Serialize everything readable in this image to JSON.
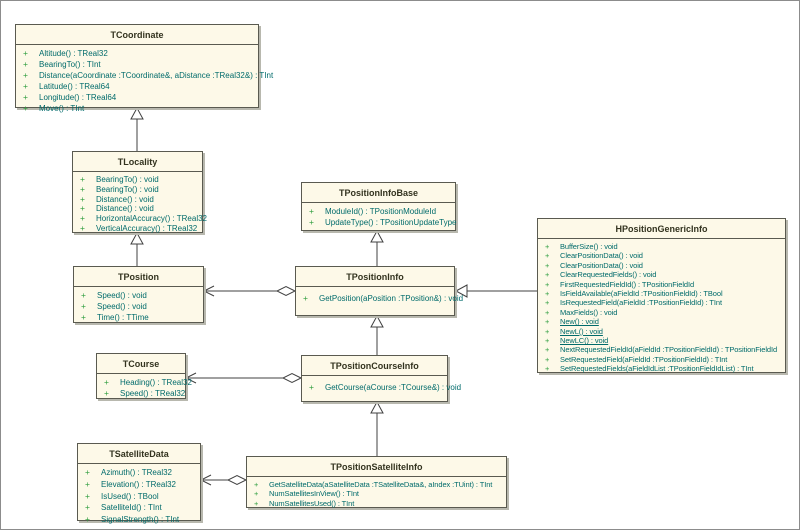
{
  "diagram": {
    "kind": "uml-class-diagram",
    "colors": {
      "box_fill": "#FDF9E8",
      "box_border": "#5A5A50",
      "shadow": "#B8B8AE",
      "title_text": "#33331F",
      "method_text": "#006B6B",
      "visibility_plus": "#2F9E3F",
      "connector": "#404040",
      "canvas_border": "#8C8C8C"
    },
    "classes": [
      {
        "name": "TCoordinate",
        "methods": [
          {
            "text": "Altitude() : TReal32"
          },
          {
            "text": "BearingTo() : TInt"
          },
          {
            "text": "Distance(aCoordinate :TCoordinate&, aDistance :TReal32&) : TInt"
          },
          {
            "text": "Latitude() : TReal64"
          },
          {
            "text": "Longitude() : TReal64"
          },
          {
            "text": "Move() : TInt"
          }
        ]
      },
      {
        "name": "TLocality",
        "methods": [
          {
            "text": "BearingTo() : void"
          },
          {
            "text": "BearingTo() : void"
          },
          {
            "text": "Distance() : void"
          },
          {
            "text": "Distance() : void"
          },
          {
            "text": "HorizontalAccuracy() : TReal32"
          },
          {
            "text": "VerticalAccuracy() : TReal32"
          }
        ]
      },
      {
        "name": "TPosition",
        "methods": [
          {
            "text": "Speed() : void"
          },
          {
            "text": "Speed() : void"
          },
          {
            "text": "Time() : TTime"
          }
        ]
      },
      {
        "name": "TPositionInfoBase",
        "methods": [
          {
            "text": "ModuleId() : TPositionModuleId"
          },
          {
            "text": "UpdateType() : TPositionUpdateType"
          }
        ]
      },
      {
        "name": "TPositionInfo",
        "methods": [
          {
            "text": "GetPosition(aPosition :TPosition&) : void"
          }
        ]
      },
      {
        "name": "TCourse",
        "methods": [
          {
            "text": "Heading() : TReal32"
          },
          {
            "text": "Speed() : TReal32"
          }
        ]
      },
      {
        "name": "TPositionCourseInfo",
        "methods": [
          {
            "text": "GetCourse(aCourse :TCourse&) : void"
          }
        ]
      },
      {
        "name": "TSatelliteData",
        "methods": [
          {
            "text": "Azimuth() : TReal32"
          },
          {
            "text": "Elevation() : TReal32"
          },
          {
            "text": "IsUsed() : TBool"
          },
          {
            "text": "SatelliteId() : TInt"
          },
          {
            "text": "SignalStrength() : TInt"
          }
        ]
      },
      {
        "name": "TPositionSatelliteInfo",
        "methods": [
          {
            "text": "GetSatelliteData(aSatelliteData :TSatelliteData&, aIndex :TUint) : TInt"
          },
          {
            "text": "NumSatellitesInView() : TInt"
          },
          {
            "text": "NumSatellitesUsed() : TInt"
          }
        ]
      },
      {
        "name": "HPositionGenericInfo",
        "methods": [
          {
            "text": "BufferSize() : void"
          },
          {
            "text": "ClearPositionData() : void"
          },
          {
            "text": "ClearPositionData() : void"
          },
          {
            "text": "ClearRequestedFields() : void"
          },
          {
            "text": "FirstRequestedFieldId() : TPositionFieldId"
          },
          {
            "text": "IsFieldAvailable(aFieldId :TPositionFieldId) : TBool"
          },
          {
            "text": "IsRequestedField(aFieldId :TPositionFieldId) : TInt"
          },
          {
            "text": "MaxFields() : void"
          },
          {
            "text": "New() : void",
            "underline": true
          },
          {
            "text": "NewL() : void",
            "underline": true
          },
          {
            "text": "NewLC() : void",
            "underline": true
          },
          {
            "text": "NextRequestedFieldId(aFieldId :TPositionFieldId) : TPositionFieldId"
          },
          {
            "text": "SetRequestedField(aFieldId :TPositionFieldId) : TInt"
          },
          {
            "text": "SetRequestedFields(aFieldIdList :TPositionFieldIdList) : TInt"
          }
        ]
      }
    ],
    "relationships": [
      {
        "from": "TLocality",
        "to": "TCoordinate",
        "type": "generalization"
      },
      {
        "from": "TPosition",
        "to": "TLocality",
        "type": "generalization"
      },
      {
        "from": "TPositionInfo",
        "to": "TPositionInfoBase",
        "type": "generalization"
      },
      {
        "from": "TPositionCourseInfo",
        "to": "TPositionInfo",
        "type": "generalization"
      },
      {
        "from": "TPositionSatelliteInfo",
        "to": "TPositionCourseInfo",
        "type": "generalization"
      },
      {
        "from": "HPositionGenericInfo",
        "to": "TPositionInfo",
        "type": "generalization"
      },
      {
        "from": "TPositionInfo",
        "to": "TPosition",
        "type": "aggregation"
      },
      {
        "from": "TPositionCourseInfo",
        "to": "TCourse",
        "type": "aggregation"
      },
      {
        "from": "TPositionSatelliteInfo",
        "to": "TSatelliteData",
        "type": "aggregation"
      }
    ]
  }
}
